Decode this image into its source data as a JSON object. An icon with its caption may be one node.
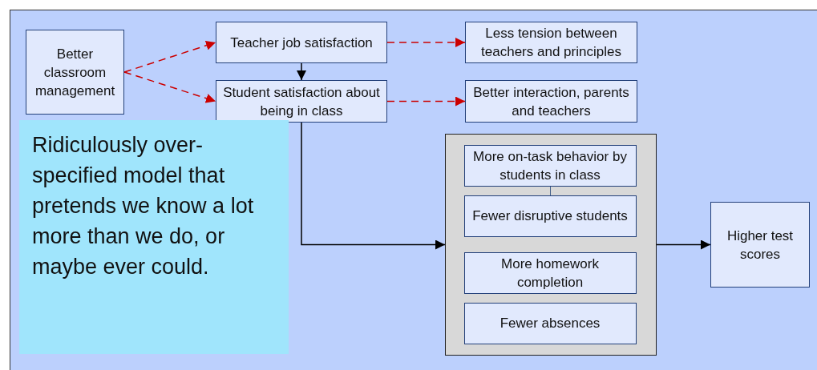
{
  "diagram": {
    "nodes": [
      {
        "text": [
          "Better classroom management"
        ]
      },
      {
        "text": [
          "Teacher job satisfaction"
        ]
      },
      {
        "text": [
          "Less tension between teachers and principles"
        ]
      },
      {
        "text": [
          "Student satisfaction about being in class"
        ]
      },
      {
        "text": [
          "Better interaction, parents and teachers"
        ]
      },
      {
        "text": [],
        "shape": "box"
      },
      {
        "text": [
          "More on-task behavior by students in class"
        ],
        "in": 5
      },
      {
        "text": [
          "Fewer disruptive students"
        ],
        "in": 5
      },
      {
        "text": [
          "More homework completion"
        ],
        "in": 5
      },
      {
        "text": [
          "Fewer absences"
        ],
        "in": 5
      },
      {
        "text": [
          "Higher test scores"
        ]
      },
      {
        "text": [
          "Ridiculously over-specified model that pretends we know a lot more than we do, or maybe ever could."
        ]
      }
    ],
    "edges": [
      {
        "from": 0,
        "to": 1,
        "arrow": "to",
        "style": "dashed",
        "color": "#cc0000"
      },
      {
        "from": 0,
        "to": 3,
        "arrow": "to",
        "style": "dashed",
        "color": "#cc0000"
      },
      {
        "from": 1,
        "to": 3,
        "arrow": "to",
        "color": "#000000"
      },
      {
        "from": 1,
        "to": 2,
        "arrow": "to",
        "style": "dashed",
        "color": "#cc0000"
      },
      {
        "from": 3,
        "to": 4,
        "arrow": "to",
        "style": "dashed",
        "color": "#cc0000"
      },
      {
        "from": 3,
        "to": 5,
        "arrow": "to",
        "color": "#000000"
      },
      {
        "from": 6,
        "to": 7,
        "arrow": "none",
        "color": "#44608a"
      },
      {
        "from": 5,
        "to": 10,
        "arrow": "to",
        "color": "#000000"
      }
    ]
  }
}
